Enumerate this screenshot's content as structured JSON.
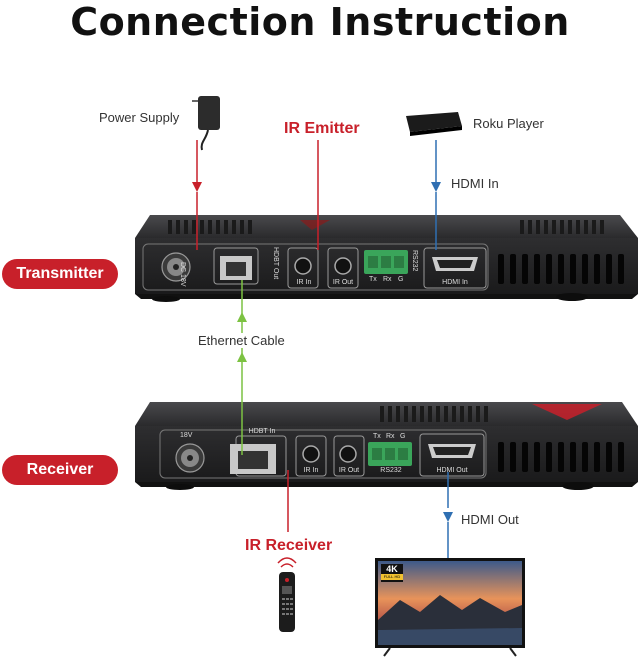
{
  "title": "Connection Instruction",
  "labels": {
    "power_supply": "Power Supply",
    "ir_emitter": "IR Emitter",
    "roku_player": "Roku Player",
    "hdmi_in": "HDMI In",
    "transmitter": "Transmitter",
    "ethernet_cable": "Ethernet Cable",
    "receiver": "Receiver",
    "ir_receiver": "IR Receiver",
    "hdmi_out": "HDMI Out"
  },
  "transmitter_ports": {
    "dc": "DC 18V",
    "hdbt_out": "HDBT Out",
    "ir_in": "IR In",
    "ir_out": "IR Out",
    "rs232": "RS232",
    "tx": "Tx",
    "rx": "Rx",
    "g": "G",
    "hdmi_in": "HDMI In"
  },
  "receiver_ports": {
    "dc": "18V",
    "hdbt_in": "HDBT In",
    "ir_in": "IR In",
    "ir_out": "IR Out",
    "rs232": "RS232",
    "tx": "Tx",
    "rx": "Rx",
    "g": "G",
    "hdmi_out": "HDMI Out"
  },
  "tv_badge": {
    "line1": "4K",
    "line2": "FULL HD"
  },
  "colors": {
    "accent_red": "#c8202a",
    "ethernet_green": "#7cc242",
    "hdmi_blue": "#2f6fb2",
    "device_dark": "#2a2a2c"
  }
}
